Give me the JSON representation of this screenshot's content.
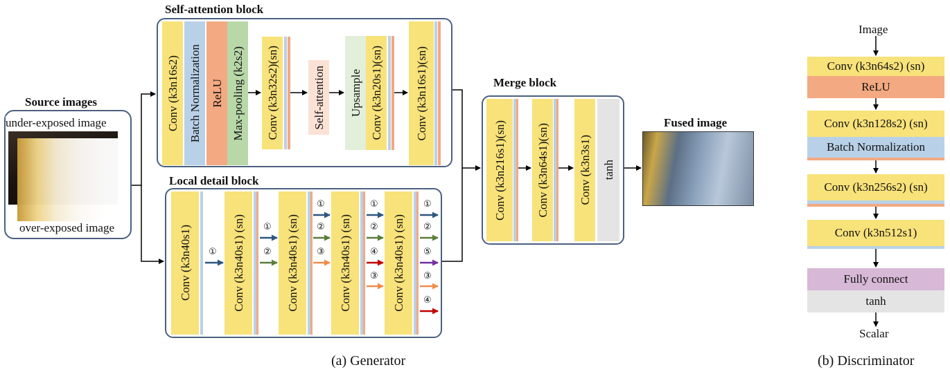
{
  "generator": {
    "self_attention": {
      "title": "Self-attention block",
      "conv1": "Conv (k3n16s2)",
      "bn": "Batch Normalization",
      "relu": "ReLU",
      "maxpool": "Max-pooling (k2s2)",
      "conv2": "Conv (k3n32s2)(sn)",
      "attention": "Self-attention",
      "upsample": "Upsample",
      "conv3": "Conv (k3n20s1)(sn)",
      "conv4": "Conv (k3n16s1)(sn)"
    },
    "source": {
      "title": "Source images",
      "under": "under-exposed image",
      "over": "over-exposed image"
    },
    "local_detail": {
      "title": "Local detail block",
      "conv1": "Conv (k3n40s1)",
      "conv2": "Conv (k3n40s1) (sn)",
      "conv3": "Conv (k3n40s1) (sn)",
      "conv4": "Conv (k3n40s1) (sn)",
      "conv5": "Conv (k3n40s1) (sn)",
      "markers": [
        "①",
        "②",
        "③",
        "④",
        "⑤"
      ]
    },
    "merge": {
      "title": "Merge block",
      "conv1": "Conv (k3n216s1)(sn)",
      "conv2": "Conv (k3n64s1)(sn)",
      "conv3": "Conv (k3n3s1)",
      "tanh": "tanh"
    },
    "fused": {
      "title": "Fused image"
    },
    "caption": "(a)  Generator"
  },
  "discriminator": {
    "input": "Image",
    "conv1": "Conv (k3n64s2) (sn)",
    "relu": "ReLU",
    "conv2": "Conv (k3n128s2) (sn)",
    "bn": "Batch Normalization",
    "conv3": "Conv (k3n256s2) (sn)",
    "conv4": "Conv (k3n512s1)",
    "fc": "Fully connect",
    "tanh": "tanh",
    "output": "Scalar",
    "caption": "(b)  Discriminator"
  },
  "colors": {
    "conv": "#f8e27a",
    "bn": "#b9d1e8",
    "relu": "#f3a981",
    "pool": "#b8d8a8",
    "arrow1": "#2e5680",
    "arrow2": "#5a7f3a",
    "arrow3": "#ef8c4a",
    "arrow4": "#c00000",
    "arrow5": "#7030a0"
  }
}
